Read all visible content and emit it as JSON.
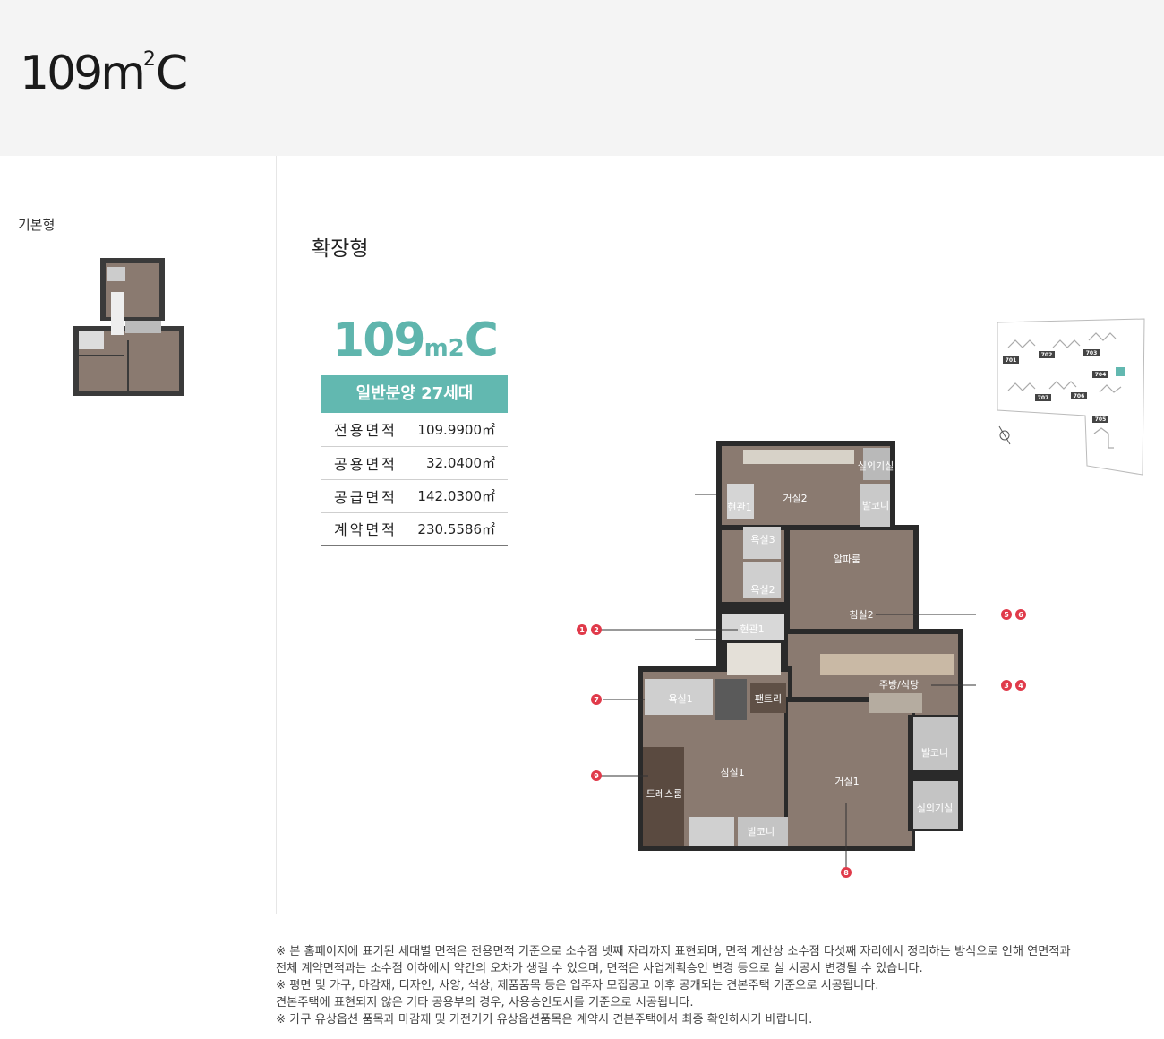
{
  "header": {
    "title_main": "109m",
    "title_sup": "2",
    "title_suffix": "C"
  },
  "sidebar": {
    "label": "기본형"
  },
  "main": {
    "type_title": "확장형",
    "area_number": "109",
    "area_unit": "m2",
    "area_suffix": "C",
    "units_label": "일반분양 27세대",
    "specs": [
      {
        "label": "전용면적",
        "value": "109.9900㎡"
      },
      {
        "label": "공용면적",
        "value": "32.0400㎡"
      },
      {
        "label": "공급면적",
        "value": "142.0300㎡"
      },
      {
        "label": "계약면적",
        "value": "230.5586㎡"
      }
    ]
  },
  "floorplan": {
    "rooms": {
      "living2": "거실2",
      "outdoor_unit_top": "실외기실",
      "entrance2": "현관1",
      "balcony_top": "발코니",
      "bath3": "욕실3",
      "alpha_room": "알파룸",
      "bath2": "욕실2",
      "bedroom2": "침실2",
      "entrance1": "현관1",
      "kitchen": "주방/식당",
      "bath1": "욕실1",
      "pantry": "팬트리",
      "balcony_right": "발코니",
      "bedroom1": "침실1",
      "living1": "거실1",
      "dressroom": "드레스룸",
      "outdoor_unit_bottom": "실외기실",
      "balcony_bottom": "발코니"
    },
    "markers": [
      "1",
      "2",
      "3",
      "4",
      "5",
      "6",
      "7",
      "8",
      "9"
    ]
  },
  "siteplan": {
    "buildings": [
      "701",
      "702",
      "703",
      "704",
      "707",
      "706",
      "705"
    ]
  },
  "notes": [
    "※ 본 홈페이지에 표기된 세대별 면적은 전용면적 기준으로 소수점 넷째 자리까지 표현되며, 면적 계산상 소수점 다섯째 자리에서 정리하는 방식으로 인해 연면적과",
    "전체 계약면적과는 소수점 이하에서 약간의 오차가 생길 수 있으며, 면적은 사업계획승인 변경 등으로 실 시공시 변경될 수 있습니다.",
    "※ 평면 및 가구, 마감재, 디자인, 사양, 색상, 제품품목 등은 입주자 모집공고 이후 공개되는 견본주택 기준으로 시공됩니다.",
    "견본주택에 표현되지 않은 기타 공용부의 경우, 사용승인도서를 기준으로 시공됩니다.",
    "※ 가구 유상옵션 품목과 마감재 및 가전기기 유상옵션품목은 계약시 견본주택에서 최종 확인하시기 바랍니다."
  ],
  "colors": {
    "accent": "#62b8b0",
    "accent_text": "#5fb5ad",
    "header_bg": "#f4f4f4",
    "marker": "#e03a4a",
    "wall": "#2a2a2a",
    "floor": "#8a7a70"
  }
}
